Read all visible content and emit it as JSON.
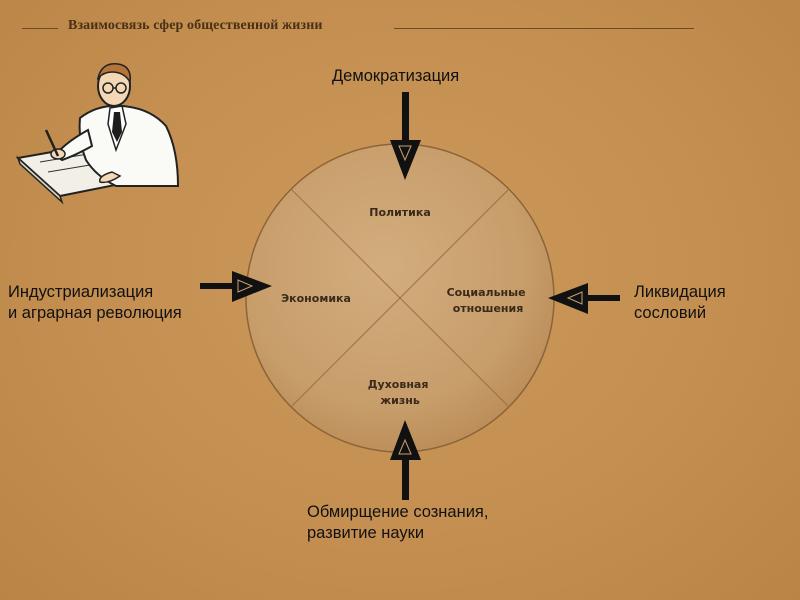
{
  "title": "Взаимосвязь сфер общественной жизни",
  "sectors": {
    "top": [
      "Политика"
    ],
    "left": [
      "Экономика"
    ],
    "right": [
      "Социальные",
      "отношения"
    ],
    "bottom": [
      "Духовная",
      "жизнь"
    ]
  },
  "influences": {
    "top": [
      "Демократизация"
    ],
    "left": [
      "Индустриализация",
      "и аграрная революция"
    ],
    "right": [
      "Ликвидация",
      "сословий"
    ],
    "bottom": [
      "Обмирщение сознания,",
      "развитие науки"
    ]
  },
  "icons": {
    "illustration": "scholar-writing-icon",
    "arrow": "arrow-icon"
  },
  "colors": {
    "background": "#c48f50",
    "circle": "#c9a170",
    "arrow": "#111111"
  }
}
